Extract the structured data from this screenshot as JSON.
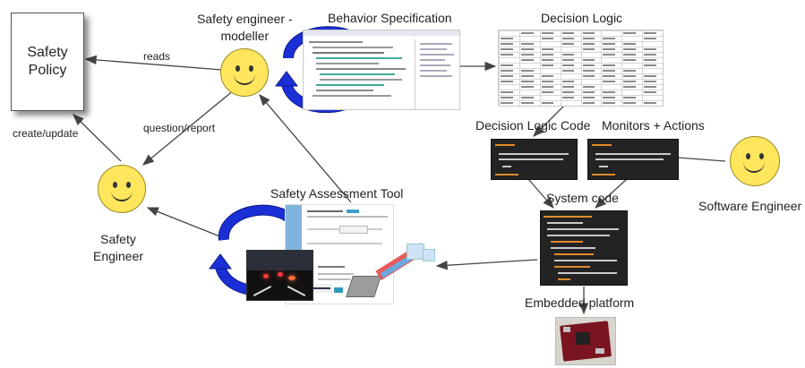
{
  "nodes": {
    "safety_policy": "Safety\nPolicy",
    "safety_engineer_modeller": "Safety engineer -\nmodeller",
    "behavior_specification": "Behavior Specification",
    "decision_logic": "Decision Logic",
    "decision_logic_code": "Decision Logic Code",
    "monitors_actions": "Monitors + Actions",
    "system_code": "System code",
    "software_engineer": "Software Engineer",
    "safety_assessment_tool": "Safety Assessment Tool",
    "safety_engineer": "Safety\nEngineer",
    "embedded_platform": "Embedded platform"
  },
  "edges": {
    "reads": "reads",
    "create_update": "create/update",
    "question_report": "question/report"
  },
  "colors": {
    "cycle_arrow": "#1a2fd6",
    "smiley": "#ffe65c",
    "code_bg": "#232323"
  }
}
